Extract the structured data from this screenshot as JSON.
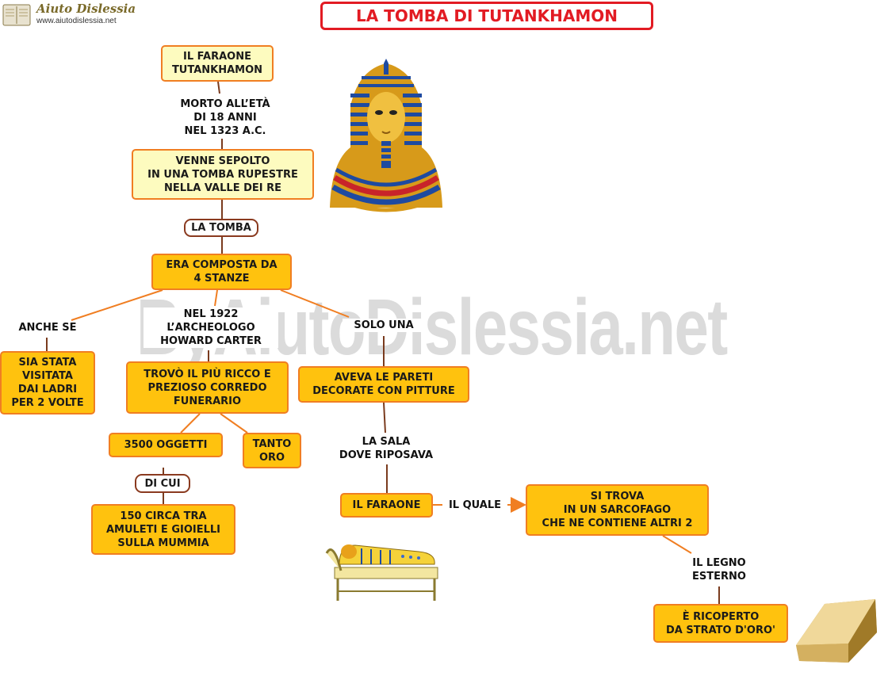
{
  "header": {
    "logo_title": "Aiuto Dislessia",
    "logo_url": "www.aiutodislessia.net",
    "title": "LA TOMBA DI TUTANKHAMON",
    "watermark": "ByAiutoDislessia.net"
  },
  "nodes": {
    "faraone_tut": "IL FARAONE\nTUTANKHAMON",
    "sepolto": "VENNE SEPOLTO\nIN UNA TOMBA RUPESTRE\nNELLA VALLE DEI RE",
    "la_tomba": "LA TOMBA",
    "composta": "ERA COMPOSTA DA\n4 STANZE",
    "visitata": "SIA STATA\nVISITATA\nDAI LADRI\nPER 2 VOLTE",
    "corredo": "TROVÒ IL PIÙ RICCO E\nPREZIOSO CORREDO\nFUNERARIO",
    "pareti": "AVEVA LE PARETI\nDECORATE CON PITTURE",
    "oggetti": "3500  OGGETTI",
    "tanto_oro": "TANTO\nORO",
    "di_cui": "DI CUI",
    "amuleti": "150  CIRCA TRA\nAMULETI E GIOIELLI\nSULLA MUMMIA",
    "il_faraone": "IL FARAONE",
    "sarcofago": "SI TROVA\nIN UN SARCOFAGO\nCHE NE CONTIENE ALTRI 2",
    "ricoperto": "È RICOPERTO\nDA STRATO D'ORO'"
  },
  "labels": {
    "morto": "MORTO ALL’ETÀ\nDI 18 ANNI\nNEL 1323 A.C.",
    "anche_se": "ANCHE SE",
    "carter": "NEL 1922\nL’ARCHEOLOGO\nHOWARD CARTER",
    "solo_una": "SOLO UNA",
    "la_sala": "LA SALA\nDOVE RIPOSAVA",
    "il_quale": "IL QUALE",
    "legno": "IL LEGNO\nESTERNO"
  },
  "colors": {
    "box_fill": "#ffc20e",
    "box_border": "#f07e22",
    "title_red": "#e21b23",
    "connector": "#f07e22"
  },
  "images": [
    "tutankhamun-mask-image",
    "mummy-on-bed-image",
    "gold-ingot-image"
  ]
}
